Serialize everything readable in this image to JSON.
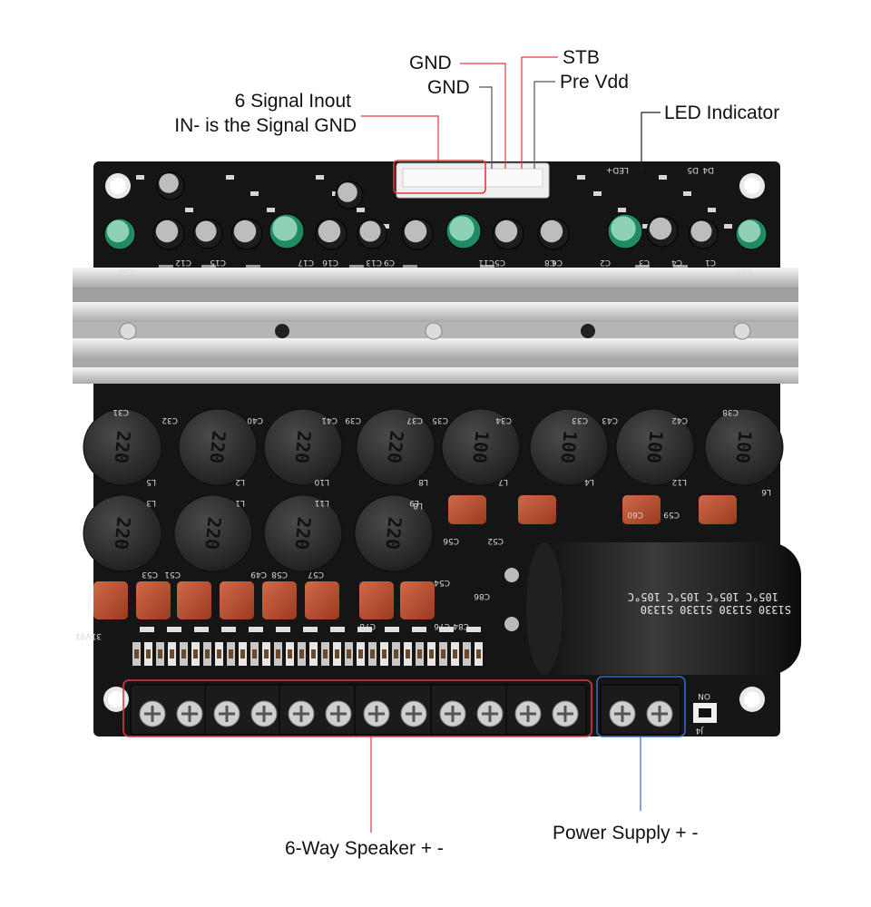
{
  "labels": {
    "gnd1": "GND",
    "gnd2": "GND",
    "stb": "STB",
    "pre_vdd": "Pre Vdd",
    "signal_line1": "6 Signal Inout",
    "signal_line2": "IN- is the Signal GND",
    "led": "LED Indicator",
    "speaker": "6-Way Speaker + -",
    "power": "Power Supply + -"
  },
  "board": {
    "inductors_top": [
      "220",
      "220",
      "220",
      "220",
      "100",
      "100",
      "100",
      "100"
    ],
    "inductors_bottom": [
      "220",
      "220",
      "220",
      "220"
    ],
    "inductor_refs_top": [
      "L5",
      "L2",
      "L10",
      "L8",
      "L7",
      "L4",
      "L12"
    ],
    "inductor_refs_bottom": [
      "L3",
      "L1",
      "L11",
      "L9"
    ],
    "bulk_capacitor_print": "S1330 S1330 S1330 S1330",
    "bulk_capacitor_temp": "105°C  105°C  105°C  105°C",
    "silkscreen": [
      "C31",
      "C32",
      "C40",
      "C41",
      "C39",
      "C37",
      "C35",
      "C34",
      "C33",
      "C43",
      "C42",
      "C38",
      "C56",
      "C52",
      "C60",
      "C59",
      "C86",
      "C57",
      "C84",
      "C76",
      "C78",
      "C53",
      "C51",
      "C58",
      "C49",
      "C54",
      "C20",
      "C19",
      "C16",
      "C13",
      "C17",
      "C9",
      "C5",
      "C11",
      "C8",
      "C6",
      "C2",
      "C3",
      "C4",
      "C1",
      "C12",
      "C15",
      "J4",
      "ON",
      "31V81",
      "D4",
      "D5",
      "LED+",
      "L6",
      "L8"
    ],
    "colors": {
      "pcb": "#151515",
      "heatsink": "#d9d9d9",
      "inductor": "#2e2e2e",
      "film_cap": "#b64a2b",
      "terminal": "#1b1b1b",
      "speaker_box": "#e0393d",
      "power_box": "#3368c9",
      "connector_box": "#e0393d",
      "elec_cap_green": "#1f8a63"
    }
  }
}
